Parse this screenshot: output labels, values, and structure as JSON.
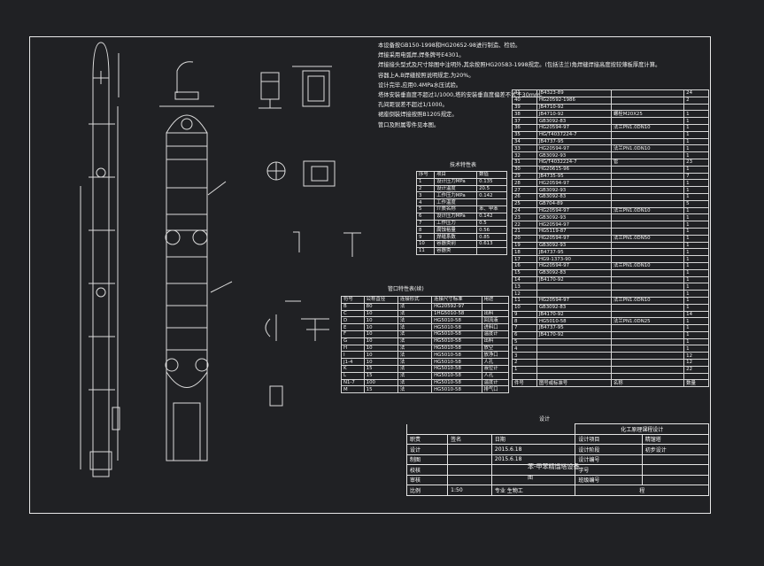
{
  "notes": [
    "本设备按GB150-1998和HG20652-98进行制造、检验。",
    "焊接采用电弧焊,焊条牌号E4301。",
    "焊接接头型式及尺寸除图中注明外,其余按照HG20583-1998规定。(包括法兰)角焊缝焊接高度按较薄板厚度计算。",
    "容器上A,B焊缝按照说明规定,为20%。",
    "设计完毕,应用0.4MPa水压试验。",
    "塔体安装垂直度不超过1/1000,塔的安装垂直度偏差不大于30mm。",
    "孔间距误差不超过1/1000。",
    "裙座倒装焊接按照B1205规定。",
    "管口及附属零件见本图。"
  ],
  "tech_table": {
    "title": "技术特性表",
    "headers": [
      "序号",
      "项目",
      "数值"
    ],
    "rows": [
      [
        "1",
        "设计压力MPa",
        "0.135"
      ],
      [
        "2",
        "设计温度",
        "20.5"
      ],
      [
        "3",
        "工作压力MPa",
        "0.142"
      ],
      [
        "4",
        "工作温度",
        ""
      ],
      [
        "5",
        "介质名称",
        "苯、甲苯"
      ],
      [
        "6",
        "设计压力MPa",
        "0.142"
      ],
      [
        "7",
        "工作压力",
        "0.5"
      ],
      [
        "8",
        "腐蚀裕量",
        "0.56"
      ],
      [
        "9",
        "焊缝系数",
        "0.85"
      ],
      [
        "10",
        "容器类别",
        "0.613"
      ],
      [
        "11",
        "容器类",
        ""
      ]
    ]
  },
  "nozzle_table": {
    "title": "管口特性表(续)",
    "headers": [
      "符号",
      "公称直径",
      "连接形式",
      "连接尺寸标准",
      "用途"
    ],
    "rows": [
      [
        "B",
        "80",
        "法",
        "HG20592-97",
        ""
      ],
      [
        "C",
        "10",
        "法",
        "1HG5010-58",
        "出料"
      ],
      [
        "D",
        "10",
        "法",
        "HG5010-58",
        "回流液"
      ],
      [
        "E",
        "10",
        "法",
        "HG5010-58",
        "进料口"
      ],
      [
        "F",
        "10",
        "法",
        "HG5010-58",
        "温度计"
      ],
      [
        "G",
        "10",
        "法",
        "HG5010-58",
        "出料"
      ],
      [
        "H",
        "10",
        "法",
        "HG5010-58",
        "放空"
      ],
      [
        "I",
        "10",
        "法",
        "HG5010-58",
        "放净口"
      ],
      [
        "J1-4",
        "10",
        "法",
        "HG5010-58",
        "人孔"
      ],
      [
        "K",
        "15",
        "法",
        "HG5010-58",
        "液位计"
      ],
      [
        "L",
        "15",
        "法",
        "HG5010-58",
        "人孔"
      ],
      [
        "N1-7",
        "100",
        "法",
        "HG5010-58",
        "温度计"
      ],
      [
        "M",
        "15",
        "法",
        "HG5010-58",
        "排气口"
      ]
    ]
  },
  "parts_table": {
    "headers": [
      "件号",
      "图号或标准号",
      "名称",
      "数量"
    ],
    "rows": [
      [
        "41",
        "JB4323-89",
        "",
        "24"
      ],
      [
        "40",
        "HG20592-1986",
        "",
        "2"
      ],
      [
        "39",
        "JB4710-92",
        "",
        ""
      ],
      [
        "38",
        "JB4710-92",
        "螺栓M20X25",
        "1"
      ],
      [
        "37",
        "GB3092-83",
        "",
        "1"
      ],
      [
        "36",
        "HG20594-97",
        "法兰PN1.0DN10",
        "1"
      ],
      [
        "35",
        "HG/T4037224-7",
        "",
        "1"
      ],
      [
        "34",
        "JB4737-95",
        "",
        "1"
      ],
      [
        "33",
        "HG20594-97",
        "法兰PN1.0DN10",
        "1"
      ],
      [
        "32",
        "GB3092-93",
        "",
        "1"
      ],
      [
        "31",
        "HG/T4032224-7",
        "管",
        "23"
      ],
      [
        "30",
        "HG20615-96",
        "",
        "1"
      ],
      [
        "29",
        "JB4735-95",
        "",
        "7"
      ],
      [
        "28",
        "HG20594-97",
        "",
        "1"
      ],
      [
        "27",
        "GB3092-93",
        "",
        "1"
      ],
      [
        "26",
        "GB3092-83",
        "",
        "1"
      ],
      [
        "25",
        "GB704-89",
        "",
        "5"
      ],
      [
        "24",
        "HG20594-97",
        "法兰PN1.0DN10",
        "1"
      ],
      [
        "23",
        "GB3092-93",
        "",
        "1"
      ],
      [
        "22",
        "HG20594-97",
        "",
        "1"
      ],
      [
        "21",
        "HG5119-87",
        "",
        "1"
      ],
      [
        "20",
        "HG20594-97",
        "法兰PN1.0DN50",
        "1"
      ],
      [
        "19",
        "GB3092-93",
        "",
        "1"
      ],
      [
        "18",
        "JB4737-95",
        "",
        "1"
      ],
      [
        "17",
        "HG9-1373-90",
        "",
        "1"
      ],
      [
        "16",
        "HG20594-97",
        "法兰PN1.0DN10",
        "1"
      ],
      [
        "15",
        "GB3092-83",
        "",
        "1"
      ],
      [
        "14",
        "JB4170-92",
        "",
        "1"
      ],
      [
        "13",
        "",
        "",
        "1"
      ],
      [
        "12",
        "",
        "",
        "1"
      ],
      [
        "11",
        "HG20594-97",
        "法兰PN1.0DN10",
        "1"
      ],
      [
        "10",
        "GB3092-83",
        "",
        "1"
      ],
      [
        "9",
        "JB4170-92",
        "",
        "14"
      ],
      [
        "8",
        "HG5010-58",
        "法兰PN1.0DN25",
        "1"
      ],
      [
        "7",
        "JB4737-95",
        "",
        "1"
      ],
      [
        "6",
        "JB4170-92",
        "",
        "1"
      ],
      [
        "5",
        "",
        "",
        "1"
      ],
      [
        "4",
        "",
        "",
        "1"
      ],
      [
        "3",
        "",
        "",
        "12"
      ],
      [
        "2",
        "",
        "",
        "12"
      ],
      [
        "1",
        "",
        "",
        "22"
      ],
      [
        "",
        "",
        "",
        ""
      ]
    ]
  },
  "title_block": {
    "project": "化工原理课程设计",
    "row1": [
      "职责",
      "签名",
      "日期"
    ],
    "design": "设计",
    "design_date": "2015.6.18",
    "draw": "制图",
    "draw_date": "2015.6.18",
    "check": "校核",
    "approve": "审核",
    "drawing_name": "苯-甲苯精馏塔设备",
    "drawing_suffix": "图",
    "scale_label": "比例",
    "scale": "1:50",
    "major_label": "专业",
    "major": "生物工",
    "right_labels": [
      "设计项目",
      "设计阶段",
      "设计编号",
      "学号",
      "班级编号"
    ],
    "right_values": [
      "精馏塔",
      "初步设计",
      "",
      "",
      ""
    ],
    "sheet_bottom": "程"
  },
  "labels": {
    "table_header_left": "件号",
    "table_header_mid": "图号或标准号",
    "table_header_name": "名称",
    "table_header_qty": "数量",
    "bottom_note": "设计"
  }
}
